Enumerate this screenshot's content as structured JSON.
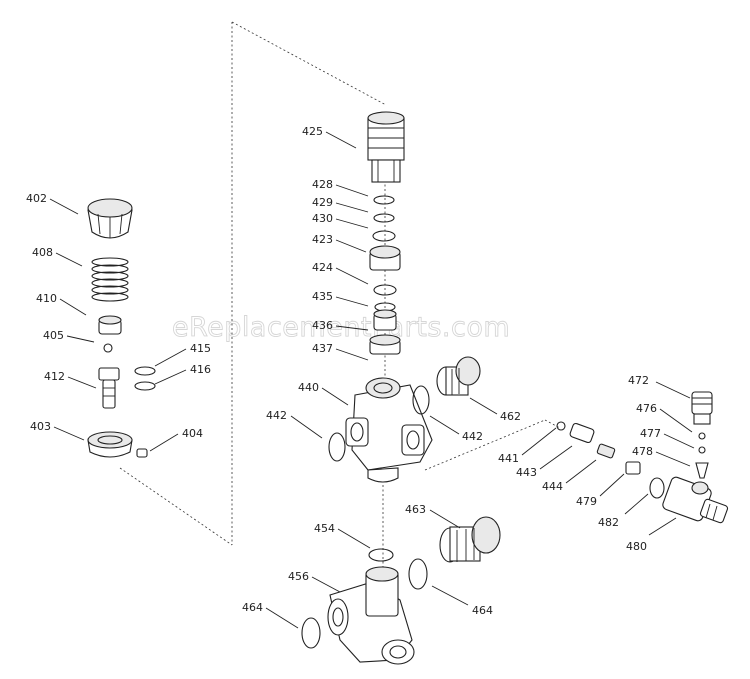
{
  "watermark": "eReplacementParts.com",
  "labels": {
    "p402": "402",
    "p408": "408",
    "p410": "410",
    "p405": "405",
    "p415": "415",
    "p412": "412",
    "p416": "416",
    "p403": "403",
    "p404": "404",
    "p425": "425",
    "p428": "428",
    "p429": "429",
    "p430": "430",
    "p423": "423",
    "p424": "424",
    "p435": "435",
    "p436": "436",
    "p437": "437",
    "p440": "440",
    "p442a": "442",
    "p442b": "442",
    "p462": "462",
    "p441": "441",
    "p443": "443",
    "p444": "444",
    "p463": "463",
    "p454": "454",
    "p456": "456",
    "p464a": "464",
    "p464b": "464",
    "p472": "472",
    "p476": "476",
    "p477": "477",
    "p478": "478",
    "p479": "479",
    "p482": "482",
    "p480": "480"
  }
}
